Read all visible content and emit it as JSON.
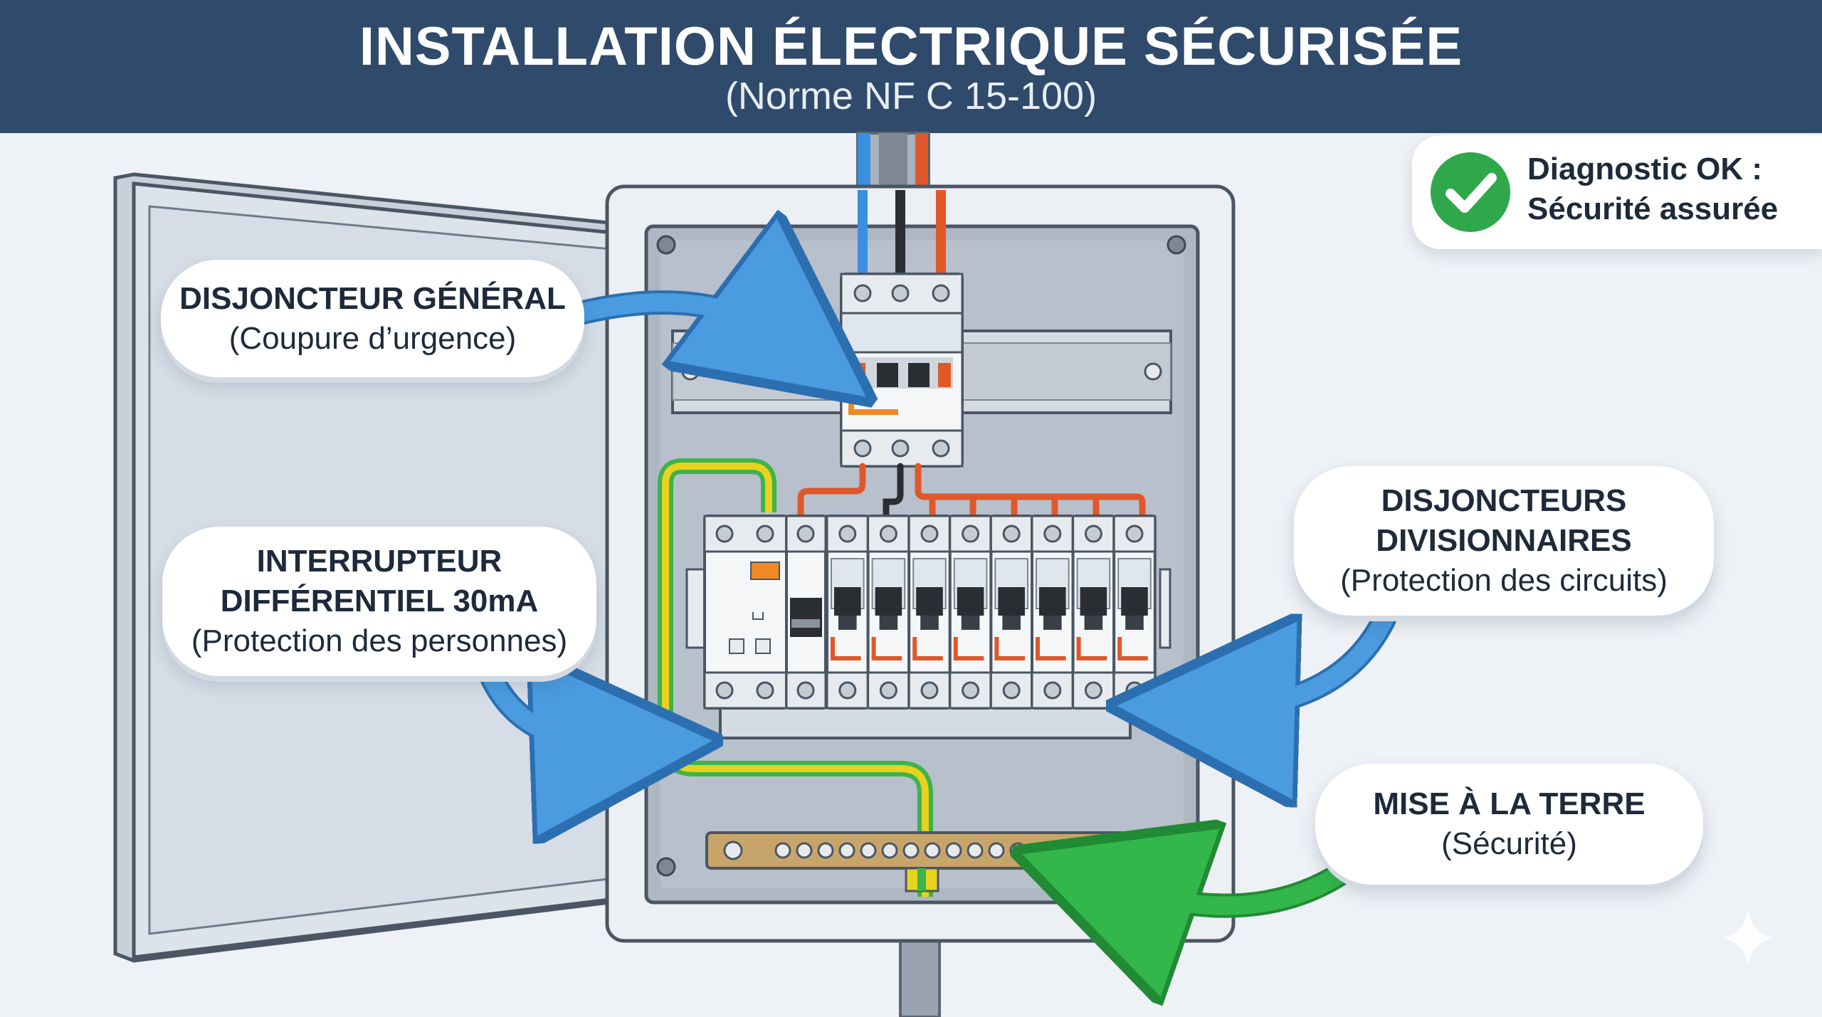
{
  "header": {
    "title": "INSTALLATION ÉLECTRIQUE SÉCURISÉE",
    "subtitle": "(Norme NF C 15-100)"
  },
  "status": {
    "line1": "Diagnostic OK :",
    "line2": "Sécurité assurée",
    "icon": "check-circle-icon",
    "color": "#2ea84a"
  },
  "callouts": {
    "main_breaker": {
      "title": "DISJONCTEUR GÉNÉRAL",
      "sub": "(Coupure d’urgence)"
    },
    "rcd": {
      "title1": "INTERRUPTEUR",
      "title2": "DIFFÉRENTIEL 30mA",
      "sub": "(Protection des personnes)"
    },
    "branch_breakers": {
      "title1": "DISJONCTEURS",
      "title2": "DIVISIONNAIRES",
      "sub": "(Protection des circuits)"
    },
    "grounding": {
      "title": "MISE À LA TERRE",
      "sub": "(Sécurité)"
    }
  },
  "colors": {
    "header_bg": "#2f4a6b",
    "arrow_blue": "#4a9be0",
    "arrow_green": "#33b64a",
    "wire_red": "#e0582a",
    "wire_blue": "#3b8ee0",
    "earth_yellow": "#e6d21f",
    "earth_green": "#3db34a",
    "accent_orange": "#f08a24"
  }
}
